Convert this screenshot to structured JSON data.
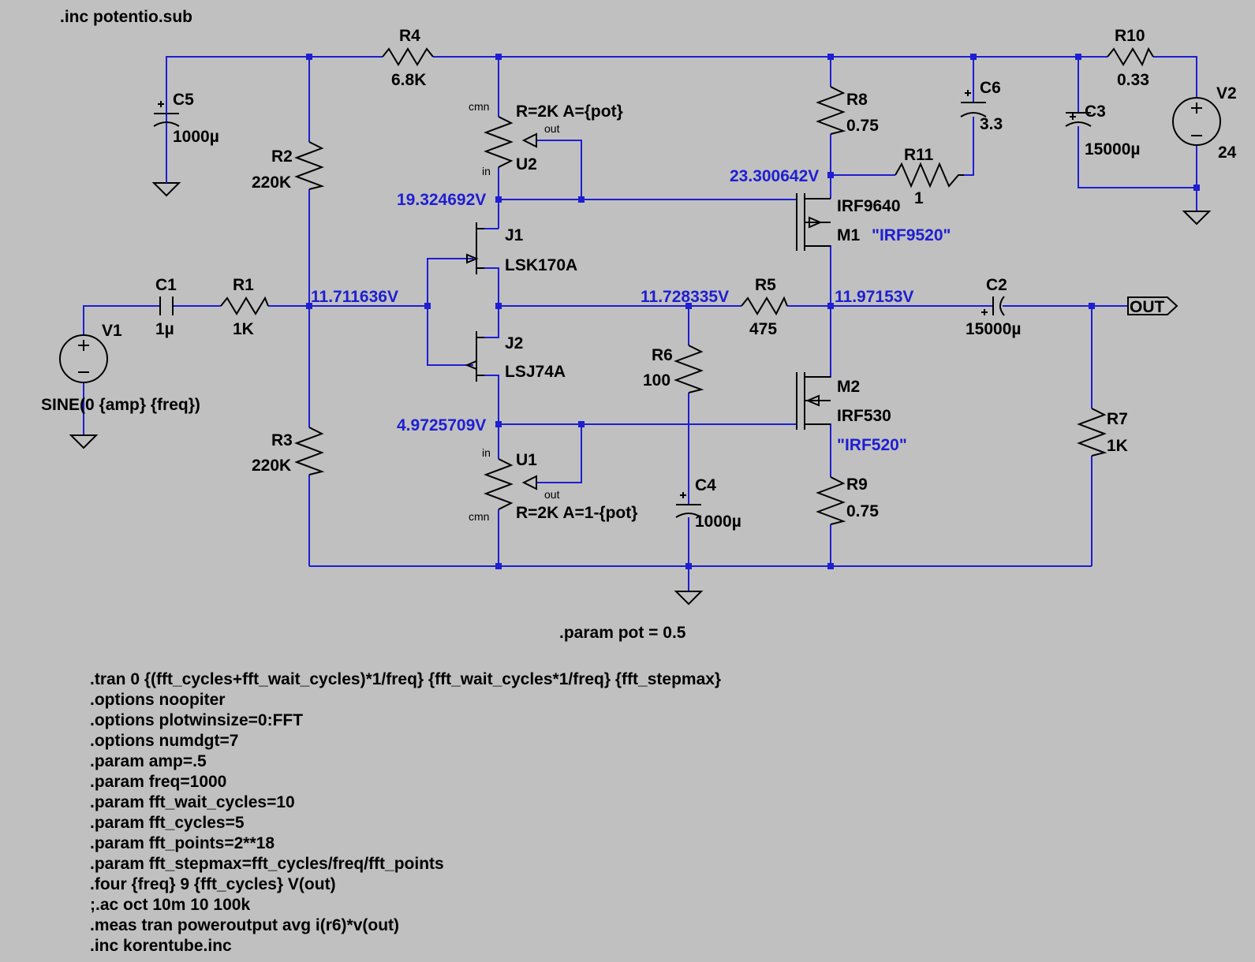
{
  "include_directive": ".inc potentio.sub",
  "components": {
    "R4": {
      "name": "R4",
      "value": "6.8K"
    },
    "R10": {
      "name": "R10",
      "value": "0.33"
    },
    "C5": {
      "name": "C5",
      "value": "1000µ"
    },
    "R2": {
      "name": "R2",
      "value": "220K"
    },
    "R3": {
      "name": "R3",
      "value": "220K"
    },
    "C1": {
      "name": "C1",
      "value": "1µ"
    },
    "R1": {
      "name": "R1",
      "value": "1K"
    },
    "V1": {
      "name": "V1",
      "value": "SINE(0 {amp} {freq})"
    },
    "U2": {
      "name": "U2",
      "value": "R=2K A={pot}",
      "pin_cmn": "cmn",
      "pin_in": "in",
      "pin_out": "out"
    },
    "U1": {
      "name": "U1",
      "value": "R=2K A=1-{pot}",
      "pin_cmn": "cmn",
      "pin_in": "in",
      "pin_out": "out"
    },
    "J1": {
      "name": "J1",
      "value": "LSK170A"
    },
    "J2": {
      "name": "J2",
      "value": "LSJ74A"
    },
    "R8": {
      "name": "R8",
      "value": "0.75"
    },
    "C6": {
      "name": "C6",
      "value": "3.3"
    },
    "R11": {
      "name": "R11",
      "value": "1"
    },
    "C3": {
      "name": "C3",
      "value": "15000µ"
    },
    "V2": {
      "name": "V2",
      "value": "24"
    },
    "M1": {
      "name": "M1",
      "value": "IRF9640",
      "alt_model": "\"IRF9520\""
    },
    "M2": {
      "name": "M2",
      "value": "IRF530",
      "alt_model": "\"IRF520\""
    },
    "R5": {
      "name": "R5",
      "value": "475"
    },
    "R6": {
      "name": "R6",
      "value": "100"
    },
    "C4": {
      "name": "C4",
      "value": "1000µ"
    },
    "R9": {
      "name": "R9",
      "value": "0.75"
    },
    "C2": {
      "name": "C2",
      "value": "15000µ"
    },
    "R7": {
      "name": "R7",
      "value": "1K"
    }
  },
  "net_label_out": "OUT",
  "node_voltages": {
    "v_input_bias": "11.711636V",
    "v_u2_in": "19.324692V",
    "v_m1_gate": "23.300642V",
    "v_mid": "11.728335V",
    "v_output": "11.97153V",
    "v_u1_in": "4.9725709V"
  },
  "param_pot": ".param pot = 0.5",
  "spice_directives": [
    ".tran 0 {(fft_cycles+fft_wait_cycles)*1/freq} {fft_wait_cycles*1/freq} {fft_stepmax}",
    ".options noopiter",
    ".options plotwinsize=0:FFT",
    ".options numdgt=7",
    ".param amp=.5",
    ".param freq=1000",
    ".param fft_wait_cycles=10",
    ".param fft_cycles=5",
    ".param fft_points=2**18",
    ".param fft_stepmax=fft_cycles/freq/fft_points",
    ".four {freq} 9 {fft_cycles} V(out)",
    ";.ac oct 10m 10 100k",
    ".meas tran poweroutput avg i(r6)*v(out)",
    ".inc korentube.inc"
  ],
  "colors": {
    "background": "#c0c0c0",
    "wire": "#1e1ed2",
    "symbol": "#000000",
    "voltage_label": "#1e1ed2"
  }
}
